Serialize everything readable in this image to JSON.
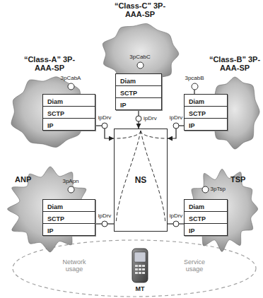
{
  "diagram": {
    "nodes": [
      {
        "text": [
          "“Class-C” 3P-AAA-SP"
        ]
      },
      {
        "text": [
          "3pCabC"
        ],
        "in": 0
      },
      {
        "text": [
          "Diam",
          "SCTP",
          "IP"
        ]
      },
      {
        "text": [
          "ipDrv"
        ]
      },
      {
        "text": [
          "“Class-A” 3P-AAA-SP"
        ]
      },
      {
        "text": [
          "3pCabA"
        ],
        "in": 4
      },
      {
        "text": [
          "Diam",
          "SCTP",
          "IP"
        ]
      },
      {
        "text": [
          "ipDrv"
        ]
      },
      {
        "text": [
          "“Class-B” 3P-AAA-SP"
        ]
      },
      {
        "text": [
          "3pcabB"
        ]
      },
      {
        "text": [
          "Diam",
          "SCTP",
          "IP"
        ]
      },
      {
        "text": [
          "ipDrv"
        ]
      },
      {
        "text": [
          "NS"
        ]
      },
      {
        "text": [
          "ANP"
        ]
      },
      {
        "text": [
          "3pApn"
        ],
        "in": 13
      },
      {
        "text": [
          "Diam",
          "SCTP",
          "IP"
        ]
      },
      {
        "text": [
          "ipDrv"
        ]
      },
      {
        "text": [
          "TSP"
        ]
      },
      {
        "text": [
          "3pTsp"
        ],
        "in": 17
      },
      {
        "text": [
          "Diam",
          "SCTP",
          "IP"
        ]
      },
      {
        "text": [
          "ipDrv"
        ]
      }
    ],
    "edges": [
      {
        "from": 1,
        "to": 2,
        "arrow": "none"
      },
      {
        "from": 2,
        "to": 3,
        "arrow": "none"
      },
      {
        "from": 3,
        "to": 12,
        "arrow": "to"
      },
      {
        "from": 5,
        "to": 6,
        "arrow": "none"
      },
      {
        "from": 6,
        "to": 7,
        "arrow": "none"
      },
      {
        "from": 7,
        "to": 12,
        "arrow": "to"
      },
      {
        "from": 9,
        "to": 10,
        "arrow": "none"
      },
      {
        "from": 10,
        "to": 11,
        "arrow": "none"
      },
      {
        "from": 11,
        "to": 12,
        "arrow": "to"
      },
      {
        "from": 14,
        "to": 15,
        "arrow": "none"
      },
      {
        "from": 15,
        "to": 16,
        "arrow": "none"
      },
      {
        "from": 16,
        "to": 12,
        "arrow": "none"
      },
      {
        "from": 18,
        "to": 19,
        "arrow": "none"
      },
      {
        "from": 19,
        "to": 20,
        "arrow": "none"
      },
      {
        "from": 20,
        "to": 12,
        "arrow": "none"
      }
    ],
    "labels": [
      "MT",
      "Network usage",
      "Service usage"
    ]
  }
}
